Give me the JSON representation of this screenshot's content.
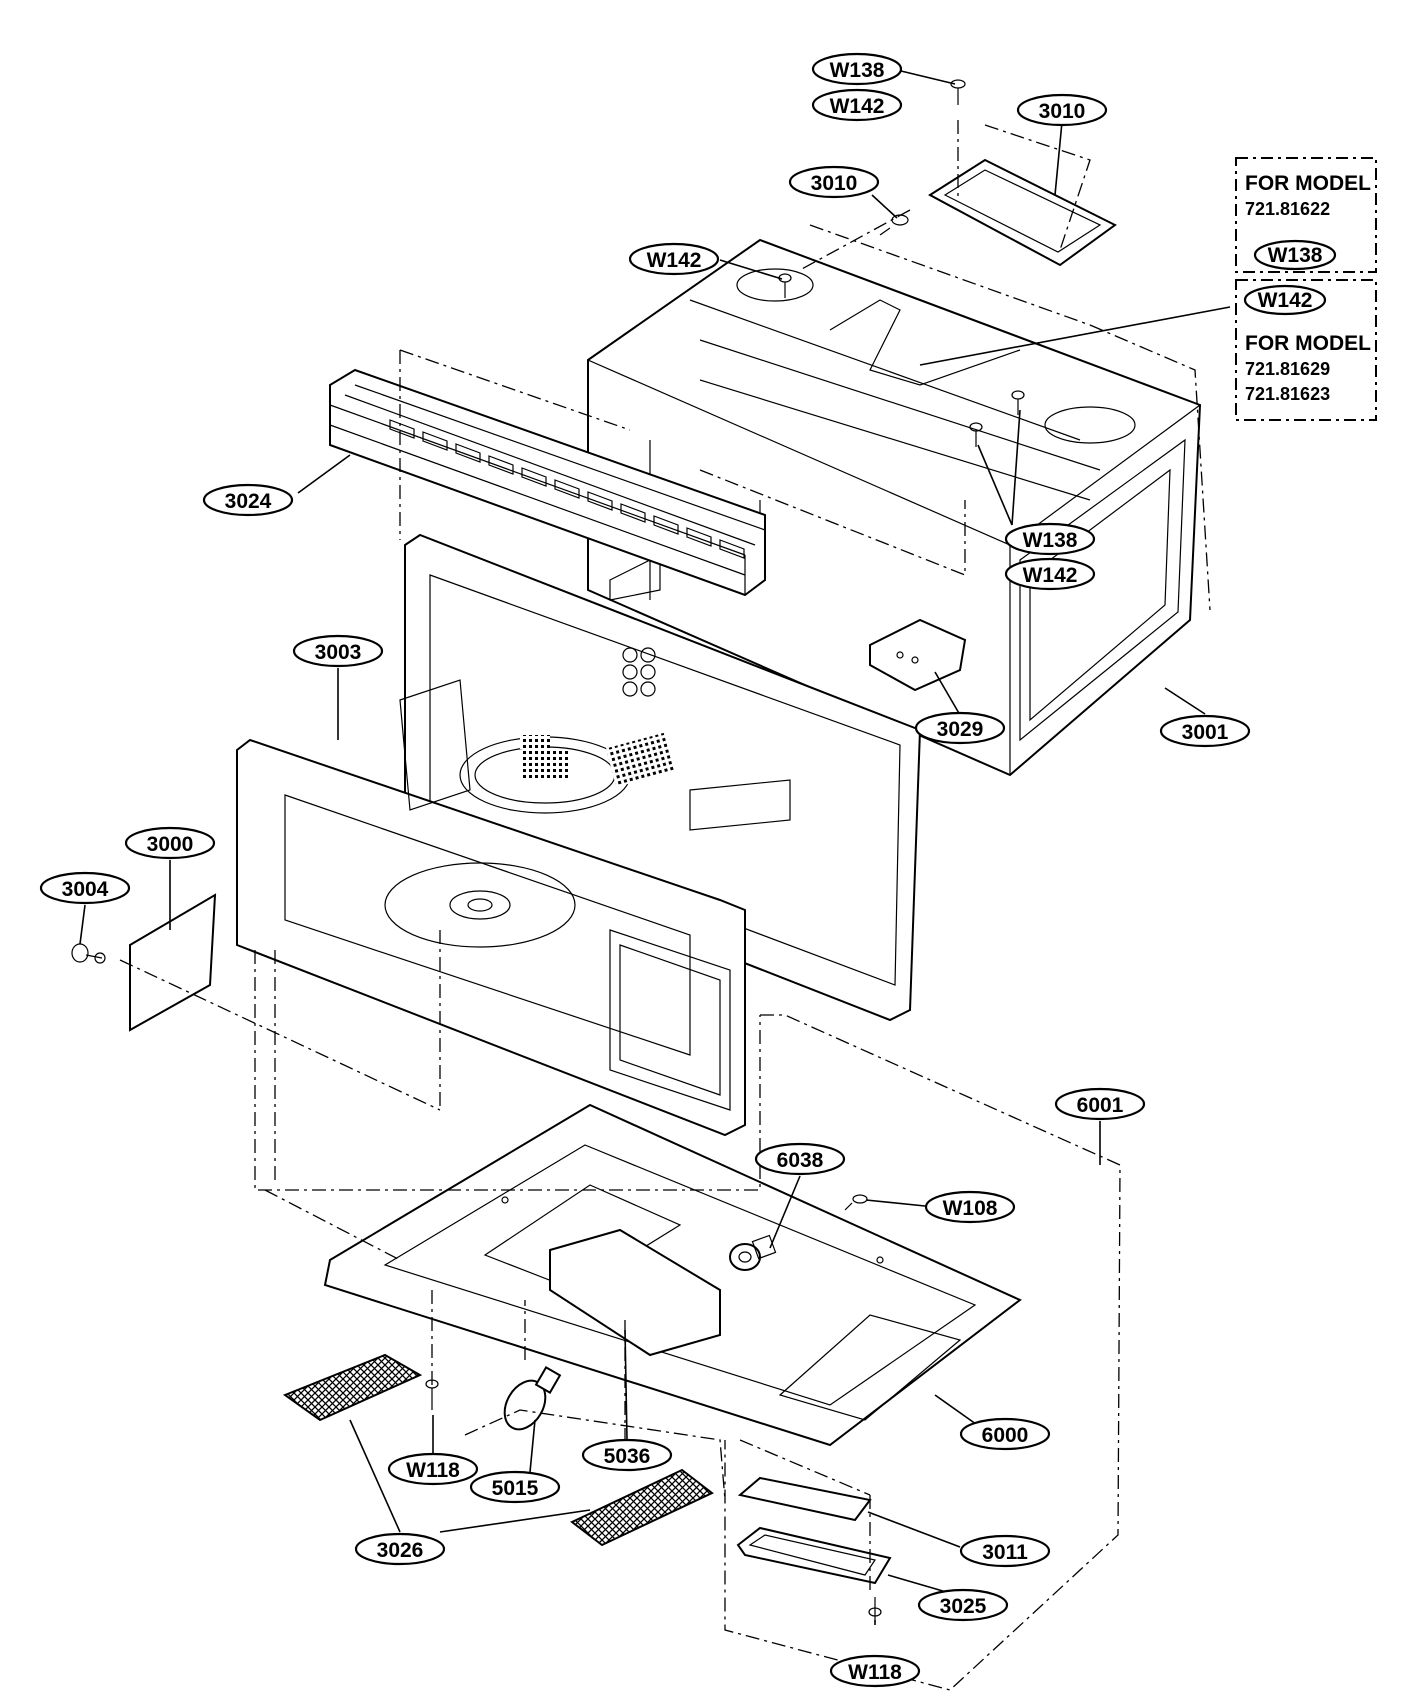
{
  "diagram": {
    "labels": [
      {
        "id": "w138-top",
        "text": "W138"
      },
      {
        "id": "w142-top",
        "text": "W142"
      },
      {
        "id": "p3010-a",
        "text": "3010"
      },
      {
        "id": "p3010-b",
        "text": "3010"
      },
      {
        "id": "w142-mid",
        "text": "W142"
      },
      {
        "id": "p3024",
        "text": "3024"
      },
      {
        "id": "w138-right",
        "text": "W138"
      },
      {
        "id": "w142-right",
        "text": "W142"
      },
      {
        "id": "p3003",
        "text": "3003"
      },
      {
        "id": "p3029",
        "text": "3029"
      },
      {
        "id": "p3001",
        "text": "3001"
      },
      {
        "id": "p3000",
        "text": "3000"
      },
      {
        "id": "p3004",
        "text": "3004"
      },
      {
        "id": "p6001",
        "text": "6001"
      },
      {
        "id": "p6038",
        "text": "6038"
      },
      {
        "id": "w108",
        "text": "W108"
      },
      {
        "id": "p6000",
        "text": "6000"
      },
      {
        "id": "w118-left",
        "text": "W118"
      },
      {
        "id": "p5036",
        "text": "5036"
      },
      {
        "id": "p5015",
        "text": "5015"
      },
      {
        "id": "p3026",
        "text": "3026"
      },
      {
        "id": "p3011",
        "text": "3011"
      },
      {
        "id": "p3025",
        "text": "3025"
      },
      {
        "id": "w118-bottom",
        "text": "W118"
      }
    ],
    "notes": [
      {
        "id": "note-a",
        "title": "FOR MODEL",
        "models": [
          "721.81622"
        ],
        "part": "W138"
      },
      {
        "id": "note-b",
        "title": "FOR MODEL",
        "models": [
          "721.81629",
          "721.81623"
        ],
        "part": "W142"
      }
    ]
  }
}
